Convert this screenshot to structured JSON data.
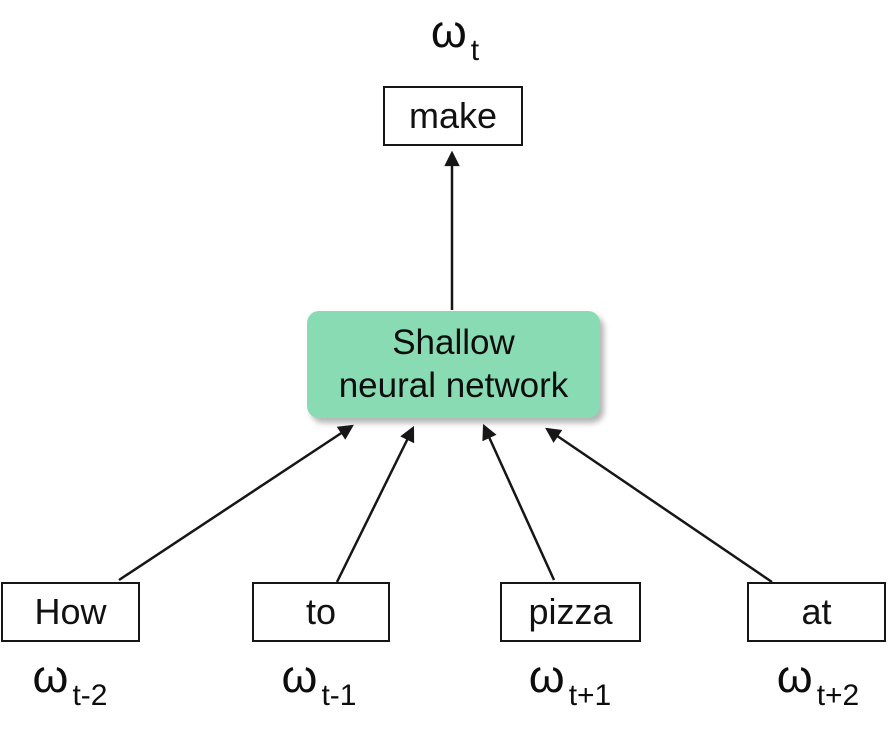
{
  "diagram": {
    "description": "CBOW-style shallow neural network predicting a center word from context words",
    "center_label": {
      "main": "ω",
      "sub": "t"
    },
    "output_node": {
      "id": "make",
      "label": "make"
    },
    "network_node": {
      "id": "network",
      "label_line1": "Shallow",
      "label_line2": "neural network",
      "fill": "#89dbb3"
    },
    "input_nodes": [
      {
        "id": "how",
        "label": "How",
        "omega": {
          "main": "ω",
          "sub": "t-2"
        }
      },
      {
        "id": "to",
        "label": "to",
        "omega": {
          "main": "ω",
          "sub": "t-1"
        }
      },
      {
        "id": "pizza",
        "label": "pizza",
        "omega": {
          "main": "ω",
          "sub": "t+1"
        }
      },
      {
        "id": "at",
        "label": "at",
        "omega": {
          "main": "ω",
          "sub": "t+2"
        }
      }
    ],
    "edges": [
      {
        "from": "how",
        "to": "network"
      },
      {
        "from": "to",
        "to": "network"
      },
      {
        "from": "pizza",
        "to": "network"
      },
      {
        "from": "at",
        "to": "network"
      },
      {
        "from": "network",
        "to": "make"
      }
    ],
    "colors": {
      "background": "#ffffff",
      "network_fill": "#89dbb3",
      "line": "#161616",
      "text": "#111111"
    }
  }
}
